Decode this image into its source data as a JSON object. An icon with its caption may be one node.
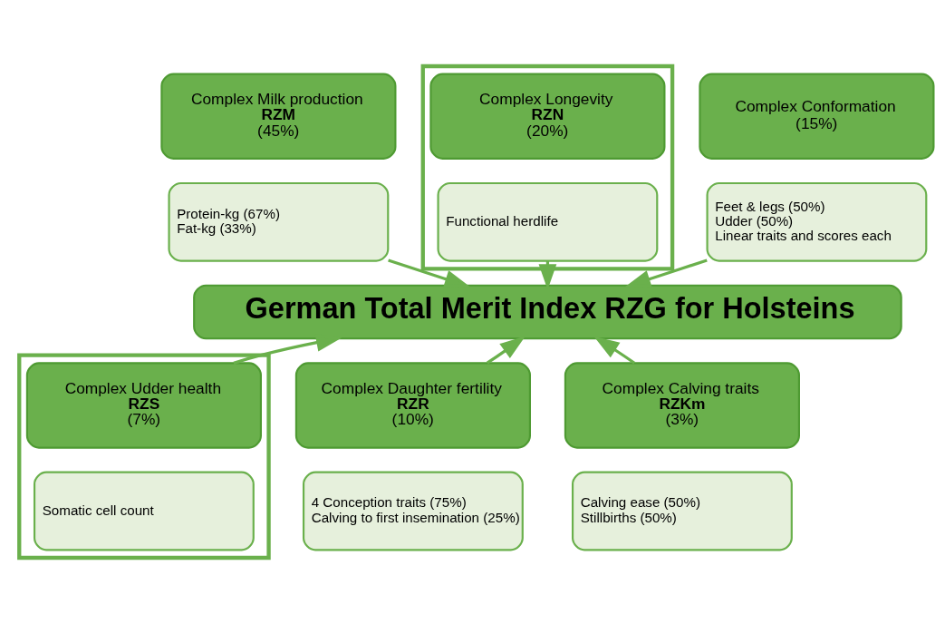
{
  "diagram": {
    "nodes": [
      {
        "text": [
          "Complex Milk production",
          "RZM",
          "(45%)"
        ]
      },
      {
        "text": [
          "Protein-kg (67%)",
          "Fat-kg (33%)"
        ]
      },
      {
        "text": [],
        "shape": "box"
      },
      {
        "text": [
          "Complex Longevity",
          "RZN",
          "(20%)"
        ],
        "in": 2
      },
      {
        "text": [
          "Functional herdlife"
        ],
        "in": 2
      },
      {
        "text": [
          "Complex Conformation",
          "(15%)"
        ]
      },
      {
        "text": [
          "Feet & legs (50%)",
          "Udder (50%)",
          "Linear traits and scores each"
        ]
      },
      {
        "text": [
          "German Total Merit Index RZG for Holsteins"
        ]
      },
      {
        "text": [
          "Complex Daughter fertility",
          "RZR",
          "(10%)"
        ]
      },
      {
        "text": [
          "4 Conception traits (75%)",
          "Calving to first insemination (25%)"
        ]
      },
      {
        "text": [],
        "shape": "box"
      },
      {
        "text": [
          "Complex Udder health",
          "RZS",
          "(7%)"
        ],
        "in": 10
      },
      {
        "text": [
          "Somatic cell count"
        ],
        "in": 10
      },
      {
        "text": [
          "Complex Calving traits",
          "RZKm",
          "(3%)"
        ]
      },
      {
        "text": [
          "Calving ease (50%)",
          "Stillbirths (50%)"
        ]
      }
    ],
    "edges": [
      {
        "from": 1,
        "to": 7,
        "arrow": "to"
      },
      {
        "from": 4,
        "to": 7,
        "arrow": "to"
      },
      {
        "from": 6,
        "to": 7,
        "arrow": "to"
      },
      {
        "from": 8,
        "to": 7,
        "arrow": "to"
      },
      {
        "from": 11,
        "to": 7,
        "arrow": "to"
      },
      {
        "from": 13,
        "to": 7,
        "arrow": "to"
      }
    ]
  }
}
